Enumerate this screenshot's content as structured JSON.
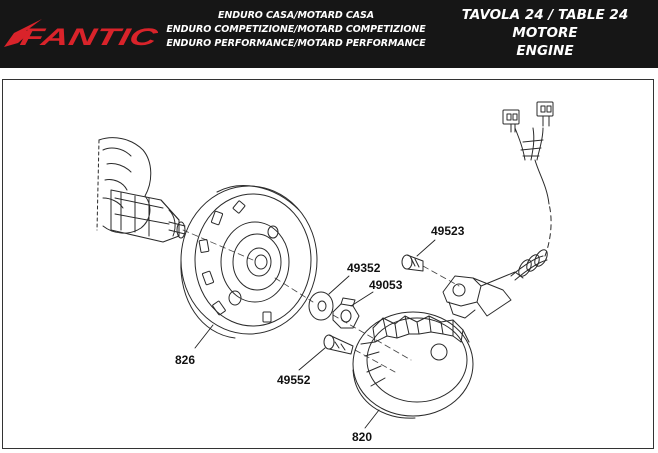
{
  "brand": {
    "name": "FANTIC",
    "color": "#d9232a"
  },
  "header": {
    "models": [
      "ENDURO CASA/MOTARD CASA",
      "ENDURO COMPETIZIONE/MOTARD COMPETIZIONE",
      "ENDURO PERFORMANCE/MOTARD PERFORMANCE"
    ],
    "table_title": "TAVOLA 24  /  TABLE 24",
    "group_it": "MOTORE",
    "group_en": "ENGINE"
  },
  "diagram": {
    "parts": [
      {
        "number": "826",
        "component": "flywheel-rotor"
      },
      {
        "number": "820",
        "component": "stator"
      },
      {
        "number": "49523",
        "component": "pickup-screw"
      },
      {
        "number": "49352",
        "component": "washer"
      },
      {
        "number": "49053",
        "component": "nut"
      },
      {
        "number": "49552",
        "component": "stator-screw"
      }
    ]
  }
}
